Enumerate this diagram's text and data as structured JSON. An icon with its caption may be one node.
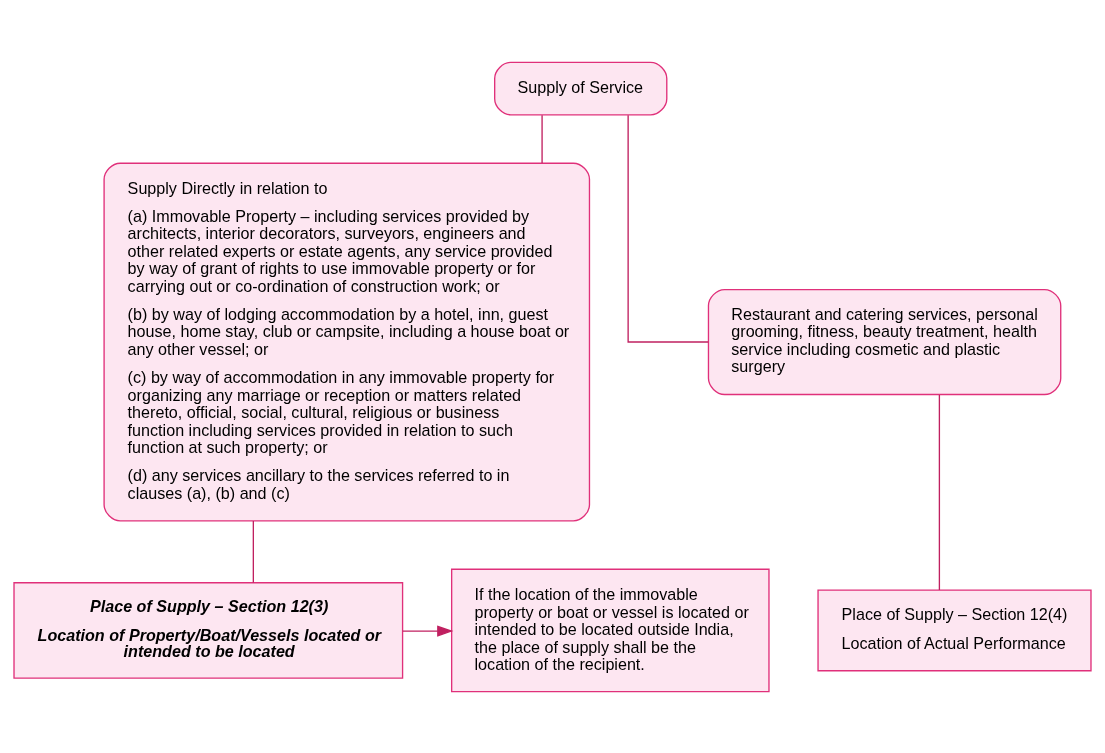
{
  "diagram": {
    "nodes": [
      {
        "text": [
          "Supply of Service"
        ]
      },
      {
        "text": [
          "Supply Directly in relation to",
          "(a) Immovable Property – including services provided by architects, interior decorators, surveyors, engineers and other related experts or estate agents, any service provided by way of grant of rights to use immovable property or for carrying out or co-ordination of construction work; or",
          "(b) by way of lodging accommodation by a hotel, inn, guest house, home stay, club or campsite, including a house boat or any other vessel; or",
          "(c) by way of accommodation in any immovable property for organizing any marriage or reception or matters related thereto, official, social, cultural, religious or business function including services provided in relation to such function at such property; or",
          "(d) any services ancillary to the services referred to in clauses (a), (b) and (c)"
        ]
      },
      {
        "text": [
          "Restaurant and catering services, personal grooming, fitness, beauty treatment, health service including cosmetic and plastic surgery"
        ]
      },
      {
        "text": [
          "Place of Supply – Section 12(4)",
          "Location of Actual Performance"
        ]
      },
      {
        "text": [
          "Place of Supply – Section 12(3)",
          "Location of Property/Boat/Vessels located or intended to be located"
        ]
      },
      {
        "text": [
          "If the location of the immovable property or boat or vessel is located or intended to be located outside India, the place of supply shall be the location of the recipient."
        ]
      }
    ],
    "edges": [
      {
        "from": 0,
        "to": 1,
        "arrow": "none"
      },
      {
        "from": 0,
        "to": 2,
        "arrow": "none"
      },
      {
        "from": 2,
        "to": 3,
        "arrow": "none"
      },
      {
        "from": 1,
        "to": 4,
        "arrow": "none"
      },
      {
        "from": 4,
        "to": 5,
        "arrow": "to"
      }
    ]
  }
}
